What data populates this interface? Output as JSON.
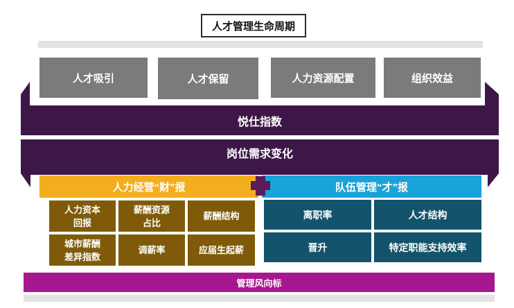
{
  "title": "人才管理生命周期",
  "top_boxes": [
    "人才吸引",
    "人才保留",
    "人力资源配置",
    "组织效益"
  ],
  "band1_label": "悦仕指数",
  "band2_label": "岗位需求变化",
  "left_header": "人力经营“财”报",
  "right_header": "队伍管理“才”报",
  "left_cells": [
    "人力资本\n回报",
    "薪酬资源\n占比",
    "薪酬结构",
    "城市薪酬\n差异指数",
    "调薪率",
    "应届生起薪"
  ],
  "right_cells": [
    "离职率",
    "人才结构",
    "晋升",
    "特定职能支持效率"
  ],
  "bottom_label": "管理风向标",
  "colors": {
    "purple": "#3d1747",
    "gray_box": "#7b7b7b",
    "yellow": "#f3ae1f",
    "blue": "#1aa3d9",
    "brown": "#7f5b09",
    "teal": "#13536b",
    "magenta": "#a7178f",
    "light_gray": "#e3e3e3"
  }
}
